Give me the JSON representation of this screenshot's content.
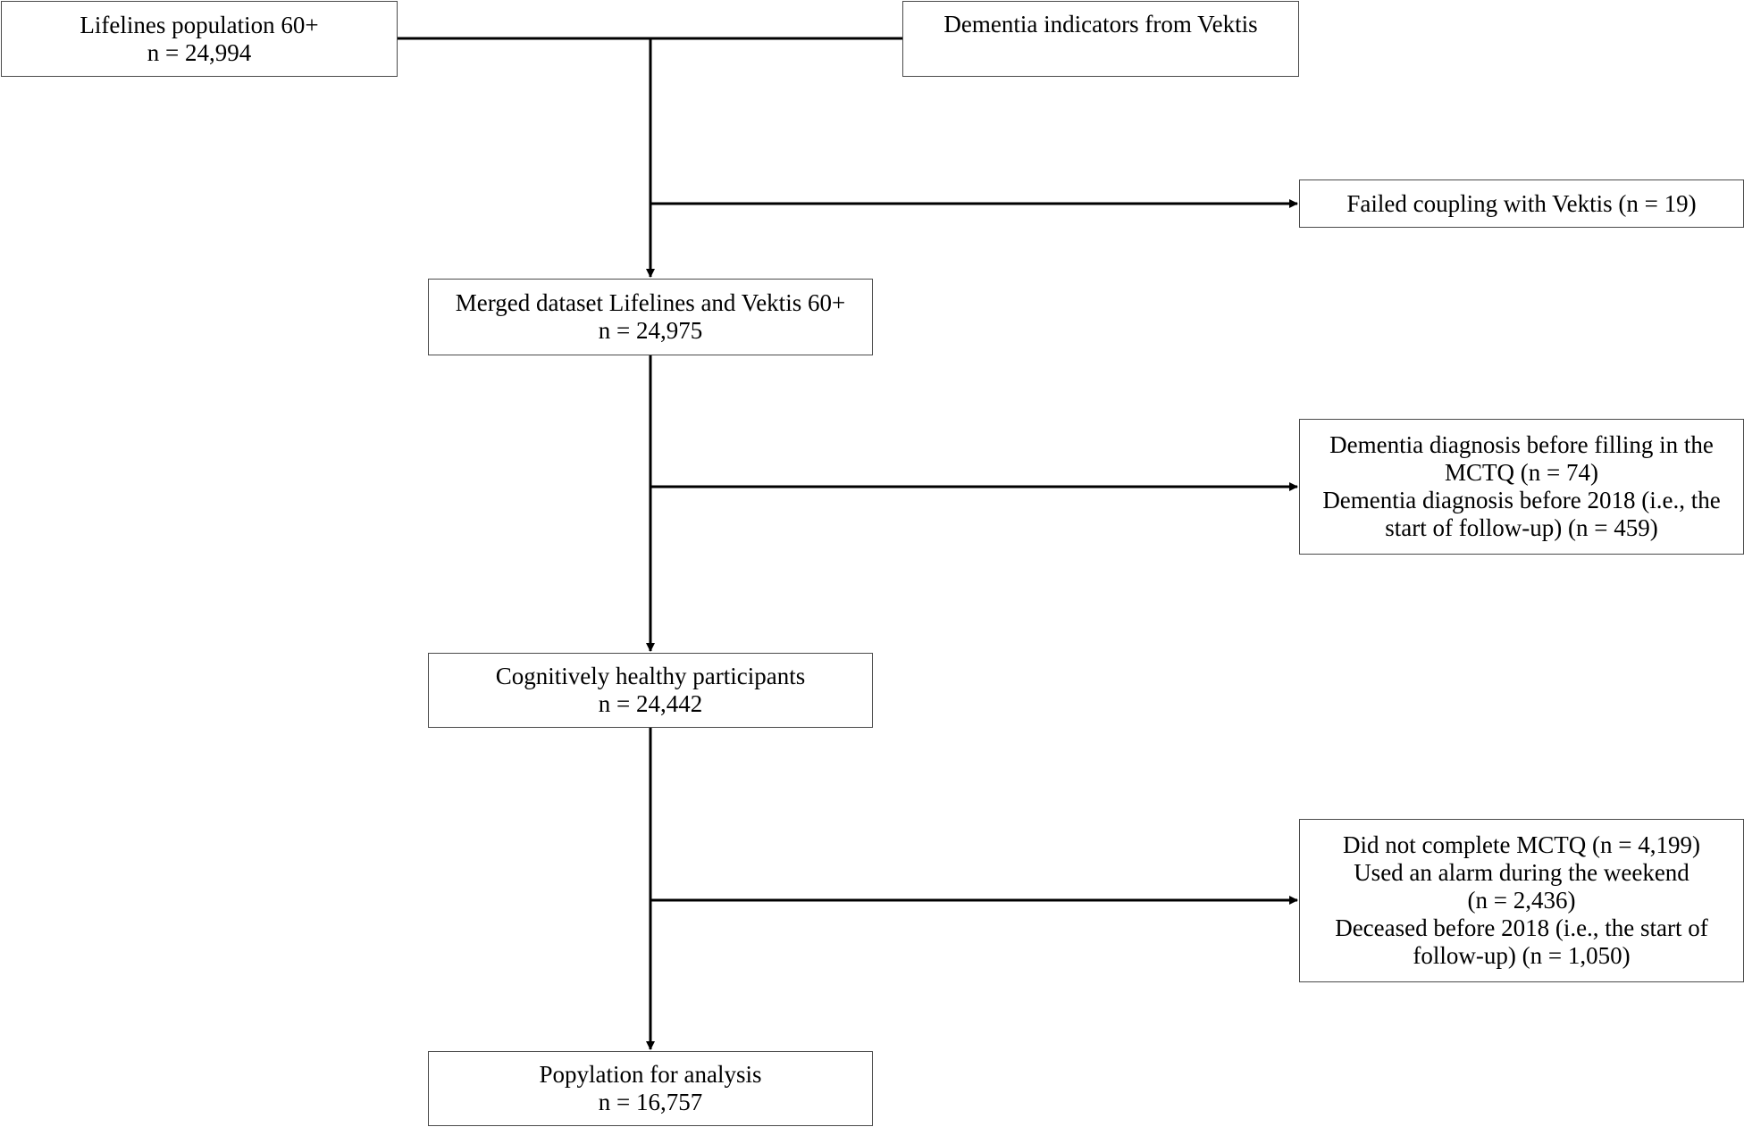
{
  "boxes": {
    "lifelines": {
      "title": "Lifelines population 60+",
      "count": "n = 24,994"
    },
    "vektis": {
      "title": "Dementia indicators from Vektis"
    },
    "failed_coupling": {
      "text": "Failed coupling with Vektis (n = 19)"
    },
    "merged": {
      "title": "Merged dataset Lifelines and Vektis 60+",
      "count": "n = 24,975"
    },
    "dementia_exclusions": {
      "lines": [
        "Dementia diagnosis before filling in the",
        "MCTQ (n = 74)",
        "Dementia diagnosis before 2018 (i.e., the",
        "start of follow-up) (n = 459)"
      ]
    },
    "healthy": {
      "title": "Cognitively healthy participants",
      "count": "n = 24,442"
    },
    "mctq_exclusions": {
      "lines": [
        "Did not complete MCTQ (n = 4,199)",
        "Used an alarm during the weekend",
        "(n = 2,436)",
        "Deceased before 2018 (i.e., the start of",
        "follow-up) (n = 1,050)"
      ]
    },
    "analysis": {
      "title": "Popylation for analysis",
      "count": "n = 16,757"
    }
  },
  "colors": {
    "line": "#000000",
    "border": "#4a4a4a",
    "text": "#000000",
    "background": "#ffffff"
  }
}
